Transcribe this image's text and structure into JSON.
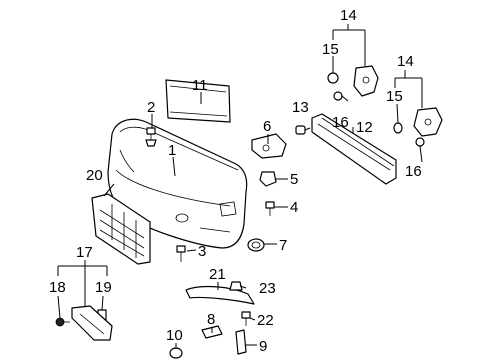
{
  "diagram": {
    "callouts": [
      {
        "id": "c1",
        "text": "1"
      },
      {
        "id": "c2",
        "text": "2"
      },
      {
        "id": "c3",
        "text": "3"
      },
      {
        "id": "c4",
        "text": "4"
      },
      {
        "id": "c5",
        "text": "5"
      },
      {
        "id": "c6",
        "text": "6"
      },
      {
        "id": "c7",
        "text": "7"
      },
      {
        "id": "c8",
        "text": "8"
      },
      {
        "id": "c9",
        "text": "9"
      },
      {
        "id": "c10",
        "text": "10"
      },
      {
        "id": "c11",
        "text": "11"
      },
      {
        "id": "c12",
        "text": "12"
      },
      {
        "id": "c13",
        "text": "13"
      },
      {
        "id": "c14a",
        "text": "14"
      },
      {
        "id": "c14b",
        "text": "14"
      },
      {
        "id": "c15a",
        "text": "15"
      },
      {
        "id": "c15b",
        "text": "15"
      },
      {
        "id": "c16a",
        "text": "16"
      },
      {
        "id": "c16b",
        "text": "16"
      },
      {
        "id": "c17",
        "text": "17"
      },
      {
        "id": "c18",
        "text": "18"
      },
      {
        "id": "c19",
        "text": "19"
      },
      {
        "id": "c20",
        "text": "20"
      },
      {
        "id": "c21",
        "text": "21"
      },
      {
        "id": "c22",
        "text": "22"
      },
      {
        "id": "c23",
        "text": "23"
      }
    ]
  }
}
